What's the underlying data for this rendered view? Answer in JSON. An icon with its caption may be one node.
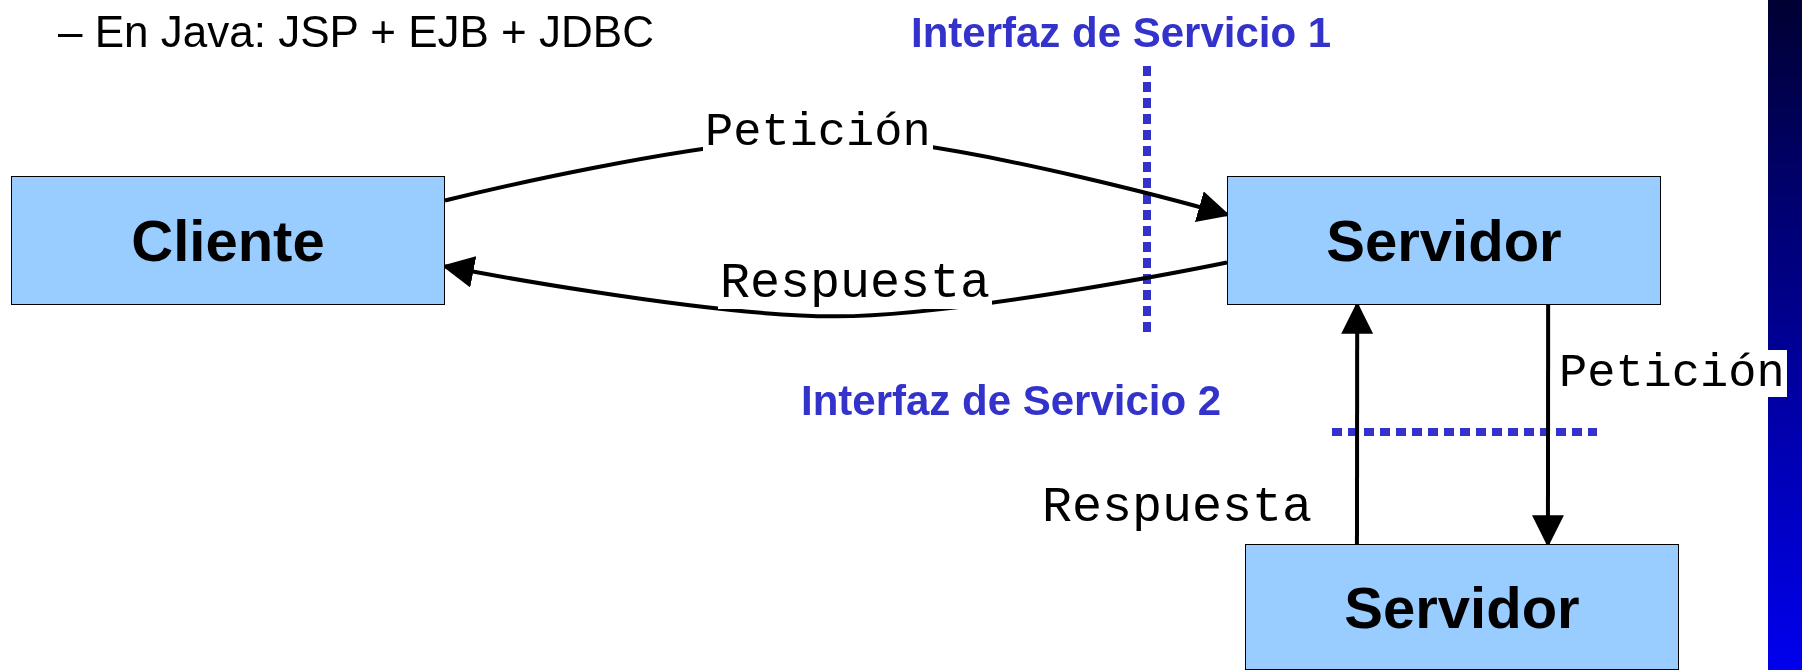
{
  "diagram": {
    "nodes": [
      {
        "text": [
          "Cliente"
        ]
      },
      {
        "text": [
          "Servidor"
        ]
      },
      {
        "text": [
          "Servidor"
        ]
      }
    ],
    "edges": [
      {
        "from": 0,
        "to": 1,
        "arrow": "to",
        "label": "Petición"
      },
      {
        "from": 1,
        "to": 0,
        "arrow": "to",
        "label": "Respuesta"
      },
      {
        "from": 1,
        "to": 2,
        "arrow": "to",
        "label": "Petición"
      },
      {
        "from": 2,
        "to": 1,
        "arrow": "to",
        "label": "Respuesta"
      }
    ],
    "labels": [
      "– En Java: JSP + EJB + JDBC",
      "Interfaz de Servicio 1",
      "Interfaz de Servicio 2"
    ]
  }
}
